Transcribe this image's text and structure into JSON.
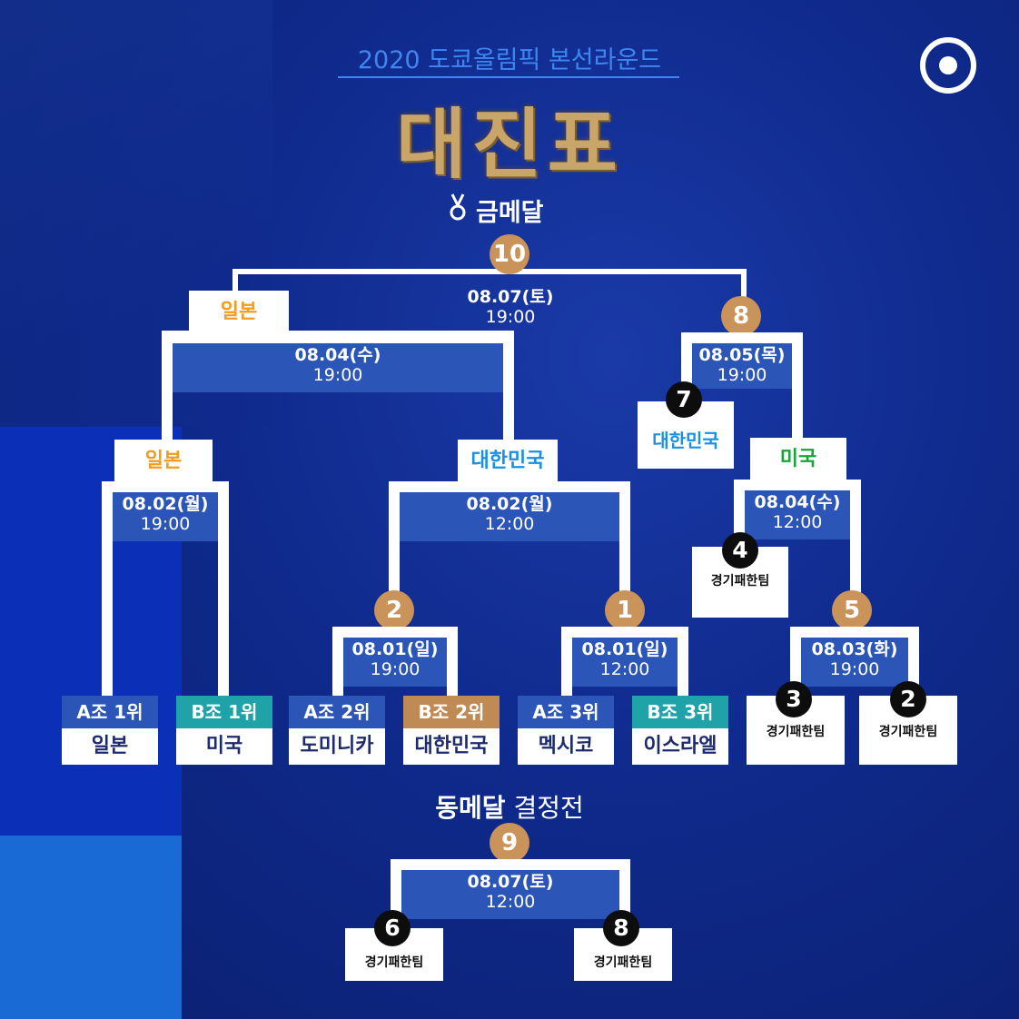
{
  "header": {
    "subtitle": "2020 도쿄올림픽 본선라운드",
    "title": "대진표",
    "gold_label": "금메달",
    "bronze_label_bold": "동메달",
    "bronze_label_rest": "결정전"
  },
  "icons": {
    "medal": "medal-icon",
    "logo": "kbo-logo-icon"
  },
  "colors": {
    "background": "#0f2a8c",
    "date_box": "#2c55b8",
    "game_number": "#c9935a",
    "group_a": "#2c55b8",
    "group_b_first": "#1fa3a8",
    "group_b_second": "#c08a55",
    "winner_orange": "#f29b1e",
    "winner_blue": "#1b8fe0",
    "winner_green": "#19a33a"
  },
  "games": {
    "g10": {
      "number": "10",
      "date": "08.07(토)",
      "time": "19:00"
    },
    "g8": {
      "number": "8",
      "date": "08.05(목)",
      "time": "19:00"
    },
    "g7": {
      "number": "7",
      "team": "대한민국"
    },
    "g6": {
      "date": "08.04(수)",
      "time": "19:00"
    },
    "g3": {
      "date": "08.02(월)",
      "time": "19:00"
    },
    "g4": {
      "date": "08.02(월)",
      "time": "12:00"
    },
    "g2": {
      "number": "2",
      "date": "08.01(일)",
      "time": "19:00"
    },
    "g1": {
      "number": "1",
      "date": "08.01(일)",
      "time": "12:00"
    },
    "g5": {
      "number": "5",
      "date": "08.03(화)",
      "time": "19:00"
    },
    "gR4": {
      "number": "4",
      "date": "08.04(수)",
      "time": "12:00",
      "team": "경기패한팀"
    },
    "gR3": {
      "number": "3",
      "team": "경기패한팀"
    },
    "gR2": {
      "number": "2",
      "team": "경기패한팀"
    },
    "g9": {
      "number": "9",
      "date": "08.07(토)",
      "time": "12:00"
    },
    "g9_left": {
      "number": "6",
      "team": "경기패한팀"
    },
    "g9_right": {
      "number": "8",
      "team": "경기패한팀"
    }
  },
  "winners": {
    "semifinal_left": "일본",
    "quarter_left": "일본",
    "quarter_middle": "대한민국",
    "repechage": "미국"
  },
  "teams": [
    {
      "group": "A조 1위",
      "name": "일본"
    },
    {
      "group": "B조 1위",
      "name": "미국"
    },
    {
      "group": "A조 2위",
      "name": "도미니카"
    },
    {
      "group": "B조 2위",
      "name": "대한민국"
    },
    {
      "group": "A조 3위",
      "name": "멕시코"
    },
    {
      "group": "B조 3위",
      "name": "이스라엘"
    }
  ]
}
